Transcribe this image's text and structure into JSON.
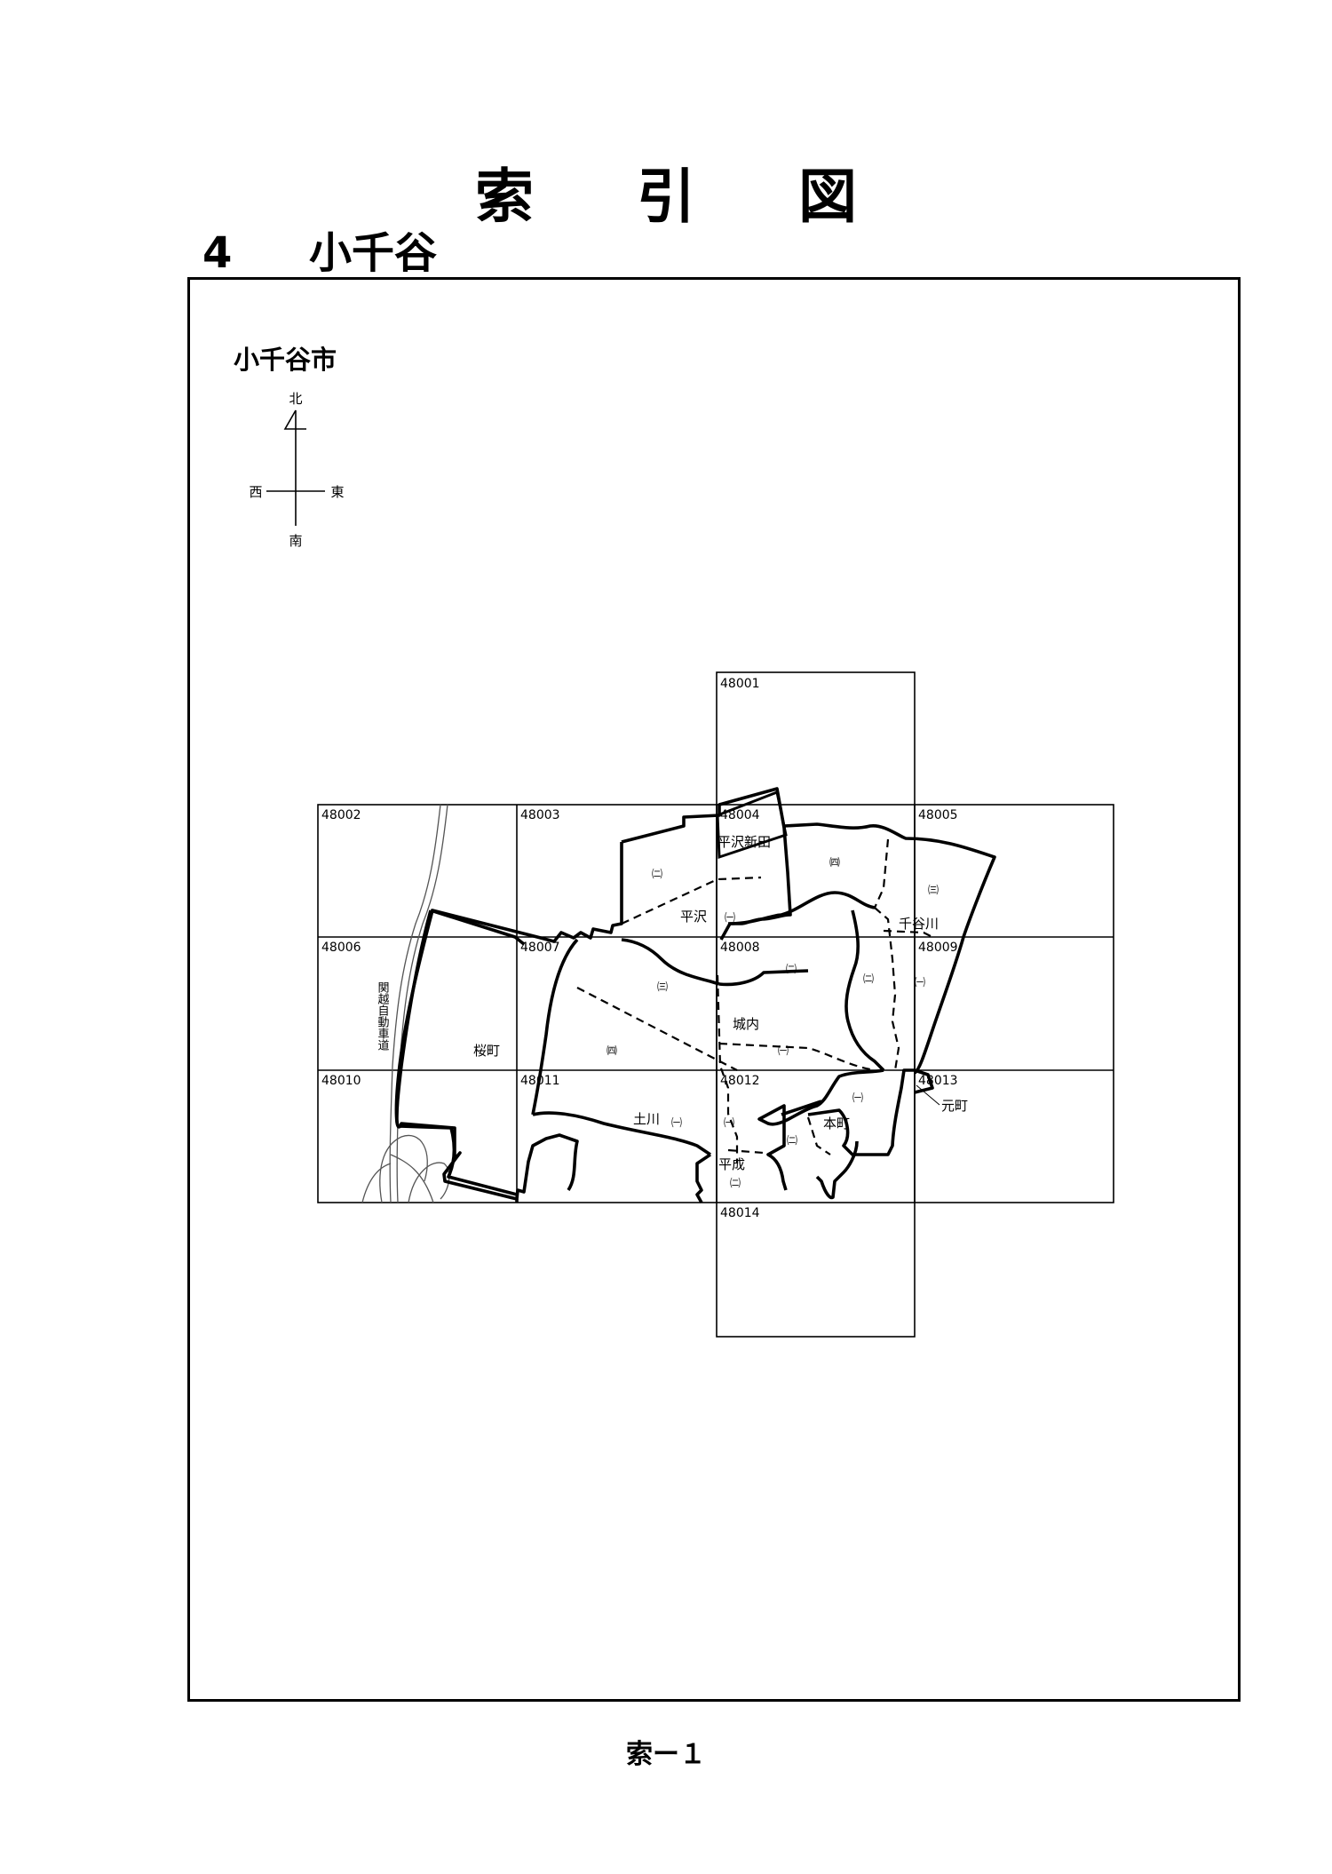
{
  "page": {
    "title_chars": [
      "索",
      "引",
      "図"
    ],
    "section_number": "4",
    "section_name": "小千谷",
    "city_label": "小千谷市",
    "footer": "索ー１"
  },
  "compass": {
    "north": "北",
    "south": "南",
    "east": "東",
    "west": "西"
  },
  "sheets": [
    "48001",
    "48002",
    "48003",
    "48004",
    "48005",
    "48006",
    "48007",
    "48008",
    "48009",
    "48010",
    "48011",
    "48012",
    "48013",
    "48014"
  ],
  "places": {
    "hirasawa_shinden": "平沢新田",
    "hirasawa": "平沢",
    "chiyagawa": "千谷川",
    "jonai": "城内",
    "sakuramachi": "桜町",
    "tsuchikawa": "土川",
    "motomachi_hon": "本町",
    "heisei": "平成",
    "motomachi_gen": "元町",
    "expressway": "関越自動車道"
  },
  "district_numbers": {
    "ni": "㈡",
    "ichi": "㈠",
    "san": "㈢",
    "yon": "㈣"
  },
  "colors": {
    "ink": "#000000",
    "paper": "#ffffff"
  }
}
